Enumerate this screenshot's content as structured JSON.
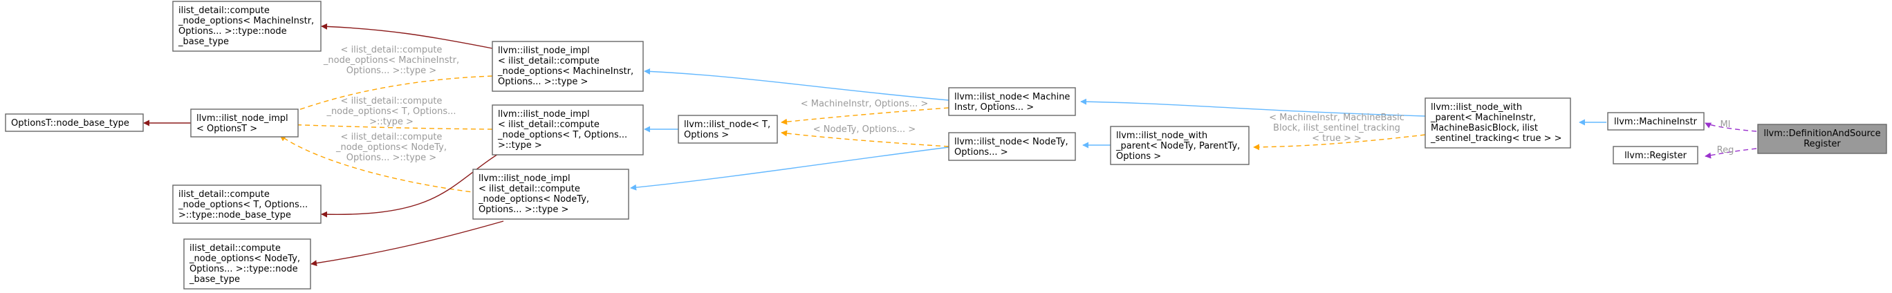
{
  "nodes": {
    "def_and_source": [
      "llvm::DefinitionAndSource",
      "Register"
    ],
    "machine_instr": [
      "llvm::MachineInstr"
    ],
    "register": [
      "llvm::Register"
    ],
    "ilist_node_with_parent_mi": [
      "llvm::ilist_node_with",
      "_parent< MachineInstr,",
      "MachineBasicBlock, ilist",
      "_sentinel_tracking< true > >"
    ],
    "ilist_node_machineinstr": [
      "llvm::ilist_node< Machine",
      "Instr, Options... >"
    ],
    "ilist_node_with_parent_tmpl": [
      "llvm::ilist_node_with",
      "_parent< NodeTy, ParentTy,",
      "Options >"
    ],
    "ilist_node_impl_mi": [
      "llvm::ilist_node_impl",
      "< ilist_detail::compute",
      "_node_options< MachineInstr,",
      "Options... >::type >"
    ],
    "ilist_node_nodety": [
      "llvm::ilist_node< NodeTy,",
      "Options... >"
    ],
    "ilist_node_t": [
      "llvm::ilist_node< T,",
      "Options >"
    ],
    "ilist_node_impl_t": [
      "llvm::ilist_node_impl",
      "< ilist_detail::compute",
      "_node_options< T, Options...",
      ">::type >"
    ],
    "ilist_node_impl_nodety": [
      "llvm::ilist_node_impl",
      "< ilist_detail::compute",
      "_node_options< NodeTy,",
      "Options... >::type >"
    ],
    "node_base_type_mi": [
      "ilist_detail::compute",
      "_node_options< MachineInstr,",
      "Options... >::type::node",
      "_base_type"
    ],
    "ilist_node_impl_generic": [
      "llvm::ilist_node_impl",
      "< OptionsT >"
    ],
    "options_node_base_type": [
      "OptionsT::node_base_type"
    ],
    "node_base_type_t": [
      "ilist_detail::compute",
      "_node_options< T, Options...",
      ">::type::node_base_type"
    ],
    "node_base_type_nodety": [
      "ilist_detail::compute",
      "_node_options< NodeTy,",
      "Options... >::type::node",
      "_base_type"
    ]
  },
  "edge_labels": {
    "mi": [
      "MI"
    ],
    "reg": [
      "Reg"
    ],
    "with_parent_mi": [
      "< MachineInstr, MachineBasic",
      "Block, ilist_sentinel_tracking",
      "< true > >"
    ],
    "ilist_node_mi_to_t": [
      "< MachineInstr, Options... >"
    ],
    "ilist_node_nodety_to_t": [
      "< NodeTy, Options... >"
    ],
    "impl_mi_to_generic": [
      "< ilist_detail::compute",
      "_node_options< MachineInstr,",
      "Options... >::type >"
    ],
    "impl_t_to_generic": [
      "< ilist_detail::compute",
      "_node_options< T, Options...",
      ">::type >"
    ],
    "impl_nodety_to_generic": [
      "< ilist_detail::compute",
      "_node_options< NodeTy,",
      "Options... >::type >"
    ]
  },
  "colors": {
    "inheritance": "#63b8ff",
    "template_instance": "#ffa500",
    "member": "#8b1a1a",
    "usage": "#9a32cd",
    "focus_fill": "#999999",
    "border": "#666666"
  }
}
